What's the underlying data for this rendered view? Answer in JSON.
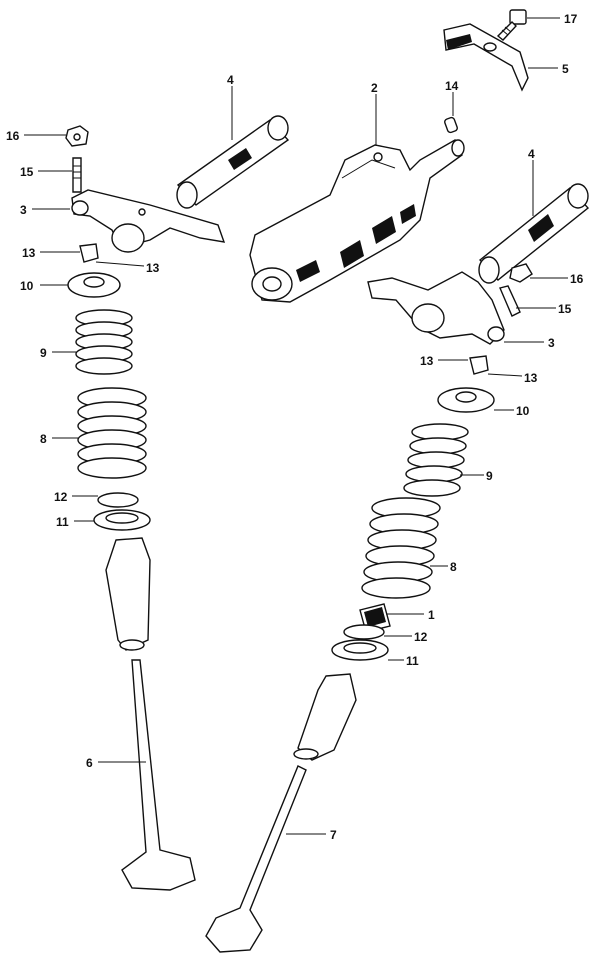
{
  "callouts": [
    {
      "id": "c-17",
      "number": "17"
    },
    {
      "id": "c-5",
      "number": "5"
    },
    {
      "id": "c-14",
      "number": "14"
    },
    {
      "id": "c-2",
      "number": "2"
    },
    {
      "id": "c-4a",
      "number": "4"
    },
    {
      "id": "c-4b",
      "number": "4"
    },
    {
      "id": "c-16a",
      "number": "16"
    },
    {
      "id": "c-15a",
      "number": "15"
    },
    {
      "id": "c-3a",
      "number": "3"
    },
    {
      "id": "c-13a",
      "number": "13"
    },
    {
      "id": "c-13b",
      "number": "13"
    },
    {
      "id": "c-10a",
      "number": "10"
    },
    {
      "id": "c-9a",
      "number": "9"
    },
    {
      "id": "c-8a",
      "number": "8"
    },
    {
      "id": "c-12a",
      "number": "12"
    },
    {
      "id": "c-11a",
      "number": "11"
    },
    {
      "id": "c-6",
      "number": "6"
    },
    {
      "id": "c-16b",
      "number": "16"
    },
    {
      "id": "c-15b",
      "number": "15"
    },
    {
      "id": "c-3b",
      "number": "3"
    },
    {
      "id": "c-13c",
      "number": "13"
    },
    {
      "id": "c-13d",
      "number": "13"
    },
    {
      "id": "c-10b",
      "number": "10"
    },
    {
      "id": "c-9b",
      "number": "9"
    },
    {
      "id": "c-8b",
      "number": "8"
    },
    {
      "id": "c-1",
      "number": "1"
    },
    {
      "id": "c-12b",
      "number": "12"
    },
    {
      "id": "c-11b",
      "number": "11"
    },
    {
      "id": "c-7",
      "number": "7"
    }
  ]
}
